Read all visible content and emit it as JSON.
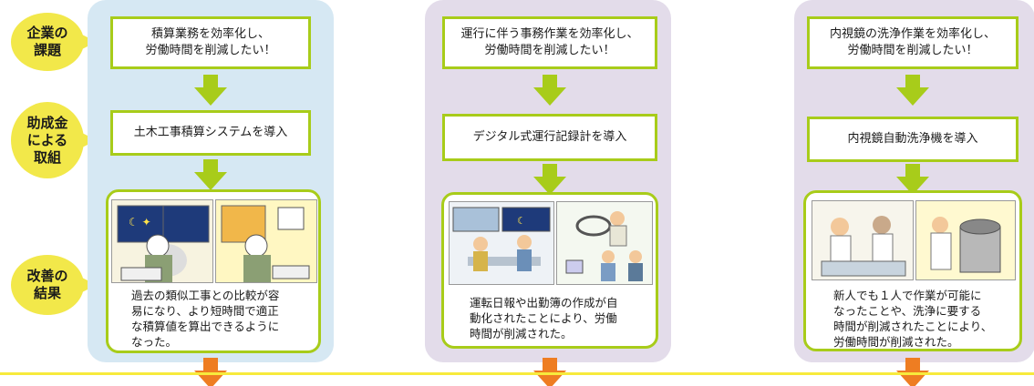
{
  "labels": {
    "challenge": "企業の\n課題",
    "initiative": "助成金\nによる\n取組",
    "result": "改善の\n結果"
  },
  "columns": [
    {
      "challenge": "積算業務を効率化し、\n労働時間を削減したい！",
      "initiative": "土木工事積算システムを導入",
      "result": "過去の類似工事との比較が容\n易になり、より短時間で適正\nな積算値を算出できるように\nなった。"
    },
    {
      "challenge": "運行に伴う事務作業を効率化し、\n労働時間を削減したい！",
      "initiative": "デジタル式運行記録計を導入",
      "result": "運転日報や出勤簿の作成が自\n動化されたことにより、労働\n時間が削減された。"
    },
    {
      "challenge": "内視鏡の洗浄作業を効率化し、\n労働時間を削減したい！",
      "initiative": "内視鏡自動洗浄機を導入",
      "result": "新人でも１人で作業が可能に\nなったことや、洗浄に要する\n時間が削減されたことにより、\n労働時間が削減された。"
    }
  ],
  "colors": {
    "label_bubble": "#f2e84a",
    "box_border": "#a8cc1a",
    "arrow_green": "#a8cc1a",
    "arrow_orange": "#ee7d22",
    "col1_bg": "#d6e8f3",
    "col_bg": "#e3dcea"
  }
}
